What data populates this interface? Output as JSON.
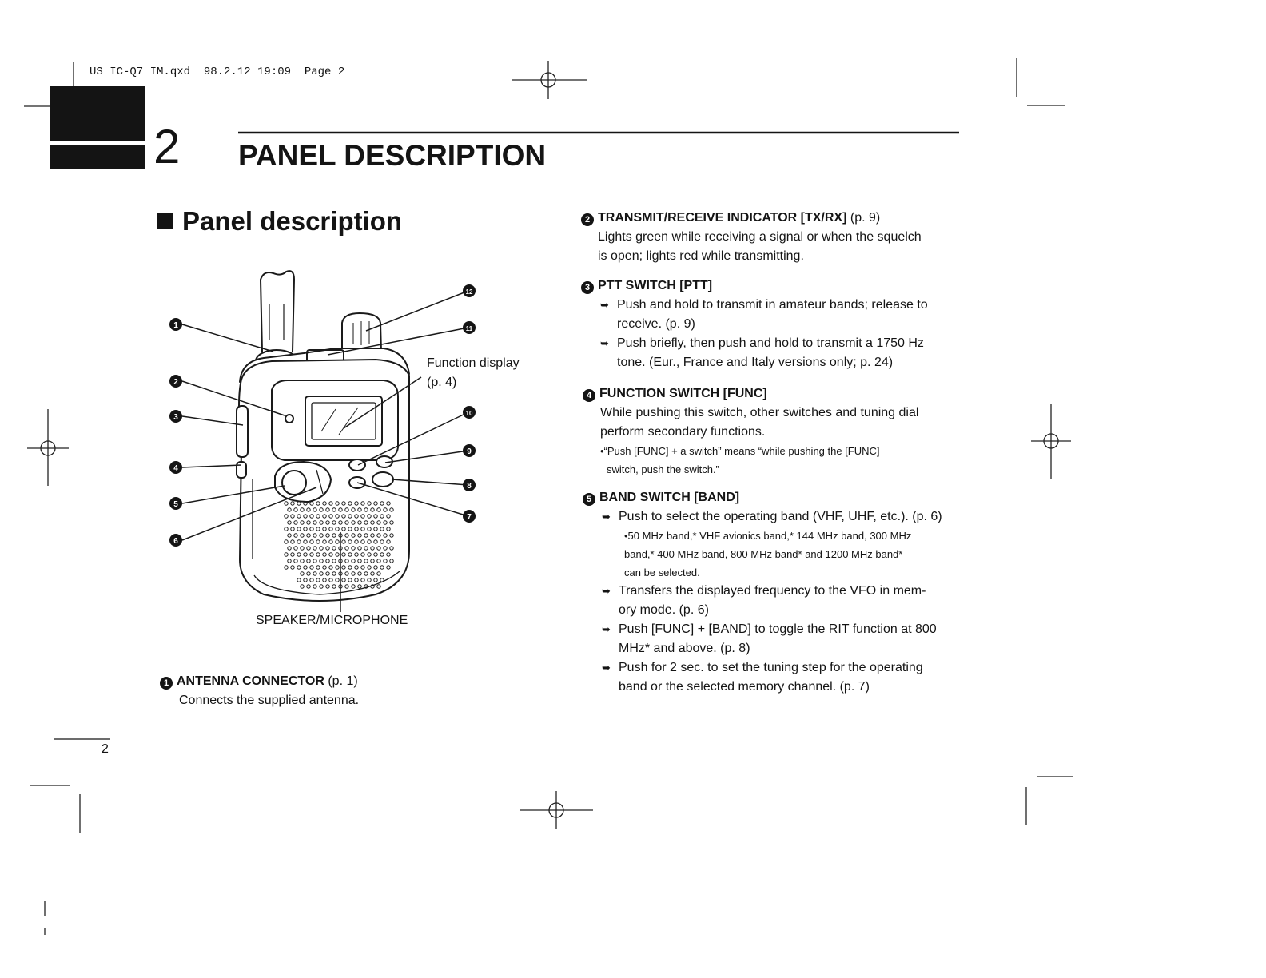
{
  "print_slug": "US IC-Q7 IM.qxd  98.2.12 19:09  Page 2",
  "chapter": {
    "number": "2",
    "title": "PANEL DESCRIPTION"
  },
  "section_title": "Panel description",
  "page_number": "2",
  "figure": {
    "callout_numbers": [
      "1",
      "2",
      "3",
      "4",
      "5",
      "6",
      "7",
      "8",
      "9",
      "10",
      "11",
      "12"
    ],
    "function_display_label": "Function display",
    "function_display_ref": "(p. 4)",
    "speaker_label": "SPEAKER/MICROPHONE"
  },
  "items": {
    "antenna": {
      "num": "1",
      "title": "ANTENNA CONNECTOR",
      "ref": "(p. 1)",
      "text": "Connects the supplied antenna."
    },
    "txrx": {
      "num": "2",
      "title": "TRANSMIT/RECEIVE INDICATOR [TX/RX]",
      "ref": "(p. 9)",
      "lines": [
        "Lights green while receiving a signal or when the squelch",
        "is open; lights red while transmitting."
      ]
    },
    "ptt": {
      "num": "3",
      "title": "PTT SWITCH [PTT]",
      "bullets": [
        [
          "Push and hold to transmit in amateur bands; release to",
          "receive. (p. 9)"
        ],
        [
          "Push briefly, then push and hold to transmit a 1750 Hz",
          "tone. (Eur., France and Italy versions only; p. 24)"
        ]
      ]
    },
    "func": {
      "num": "4",
      "title": "FUNCTION SWITCH [FUNC]",
      "lines": [
        "While pushing this switch, other switches and tuning dial",
        "perform secondary functions."
      ],
      "notes": [
        "•“Push [FUNC] + a switch” means “while pushing the [FUNC]",
        "switch, push the switch.”"
      ]
    },
    "band": {
      "num": "5",
      "title": "BAND SWITCH [BAND]",
      "bullet1": [
        "Push to select the operating band (VHF, UHF, etc.). (p. 6)"
      ],
      "notes": [
        "•50 MHz band,* VHF avionics band,* 144 MHz band, 300 MHz",
        "band,* 400 MHz band, 800 MHz band* and 1200 MHz band*",
        "can be selected."
      ],
      "bullet2": [
        "Transfers the displayed frequency to the VFO in mem-",
        "ory mode. (p. 6)"
      ],
      "bullet3": [
        "Push [FUNC] + [BAND] to toggle the RIT function at 800",
        "MHz* and above. (p. 8)"
      ],
      "bullet4": [
        "Push for 2 sec. to set the tuning step for the operating",
        "band or the selected memory channel. (p. 7)"
      ]
    }
  },
  "bullet_glyph": "➥"
}
